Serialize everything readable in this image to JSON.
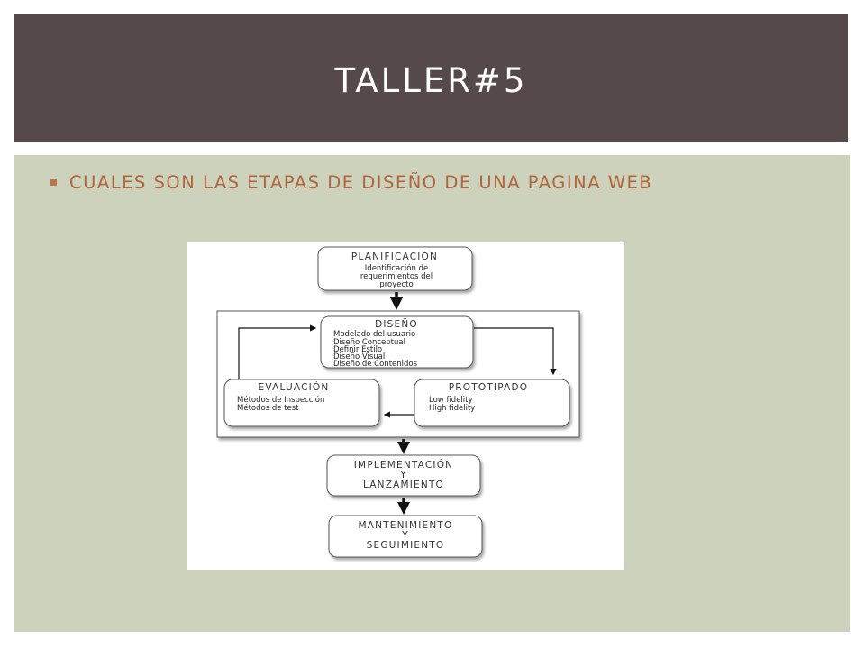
{
  "slide": {
    "title": "TALLER#5",
    "bullet": "CUALES SON LAS ETAPAS DE DISEÑO DE UNA PAGINA WEB"
  },
  "diagram": {
    "planificacion": {
      "title": "PLANIFICACIÓN",
      "lines": [
        "Identificación de",
        "requerimientos del",
        "proyecto"
      ]
    },
    "diseno": {
      "title": "DISEÑO",
      "lines": [
        "Modelado del usuario",
        "Diseño Conceptual",
        "Definir Estilo",
        "Diseño Visual",
        "Diseño de Contenidos"
      ]
    },
    "evaluacion": {
      "title": "EVALUACIÓN",
      "lines": [
        "Métodos de Inspección",
        "Métodos de test"
      ]
    },
    "prototipado": {
      "title": "PROTOTIPADO",
      "lines": [
        "Low fidelity",
        "High fidelity"
      ]
    },
    "implementacion": {
      "lines": [
        "IMPLEMENTACIÓN",
        "Y",
        "LANZAMIENTO"
      ]
    },
    "mantenimiento": {
      "lines": [
        "MANTENIMIENTO",
        "Y",
        "SEGUIMIENTO"
      ]
    }
  },
  "colors": {
    "title_bar": "#554a49",
    "content_bg": "#ccd2bb",
    "bullet_text": "#b0663e",
    "bullet_marker": "#b7774c"
  }
}
